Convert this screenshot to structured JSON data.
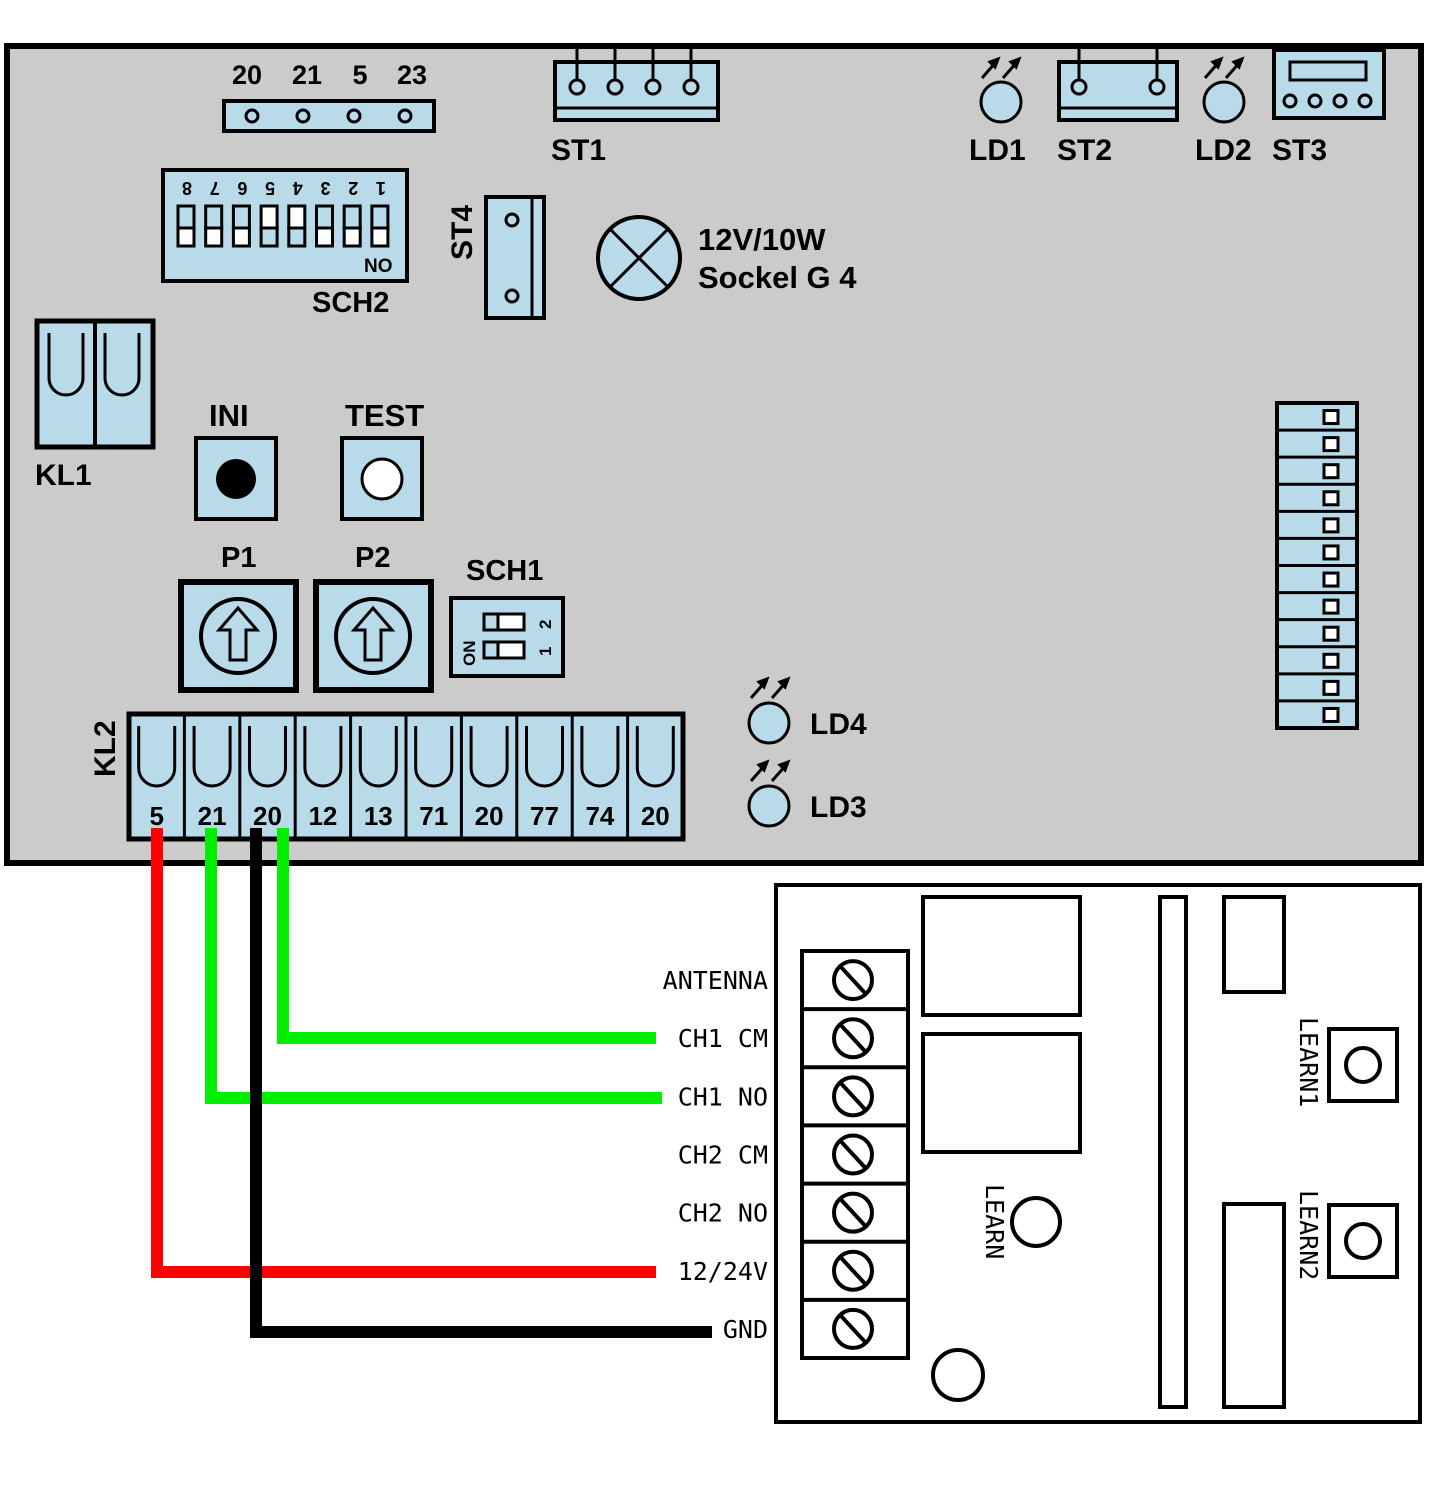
{
  "colors": {
    "board": "#cbcbcb",
    "component": "#b9dae9",
    "wire_red": "#ff0000",
    "wire_green": "#00ee00",
    "wire_black": "#000000"
  },
  "board": {
    "header_pins": [
      "20",
      "21",
      "5",
      "23"
    ],
    "st1": "ST1",
    "ld1": "LD1",
    "st2": "ST2",
    "ld2": "LD2",
    "st3": "ST3",
    "sch2": {
      "label": "SCH2",
      "numbers": [
        "8",
        "7",
        "6",
        "5",
        "4",
        "3",
        "2",
        "1"
      ],
      "no": "NO",
      "down_switches": [
        "5",
        "4"
      ]
    },
    "st4": "ST4",
    "lamp_line1": "12V/10W",
    "lamp_line2": "Sockel G 4",
    "kl1": "KL1",
    "ini": "INI",
    "test": "TEST",
    "p1": "P1",
    "p2": "P2",
    "sch1": {
      "label": "SCH1",
      "on": "ON",
      "num1": "1",
      "num2": "2"
    },
    "kl2": {
      "label": "KL2",
      "terminals": [
        "5",
        "21",
        "20",
        "12",
        "13",
        "71",
        "20",
        "77",
        "74",
        "20"
      ]
    },
    "ld4": "LD4",
    "ld3": "LD3"
  },
  "receiver": {
    "terminals": [
      "ANTENNA",
      "CH1 CM",
      "CH1 NO",
      "CH2 CM",
      "CH2 NO",
      "12/24V",
      "GND"
    ],
    "learn": "LEARN",
    "learn1": "LEARN1",
    "learn2": "LEARN2"
  },
  "wiring": [
    {
      "from": "5",
      "to": "12/24V",
      "color": "red"
    },
    {
      "from": "21",
      "to": "CH1 NO",
      "color": "green"
    },
    {
      "from": "20",
      "to": "GND",
      "color": "black"
    },
    {
      "from": "20",
      "to": "CH1 CM",
      "color": "green"
    }
  ]
}
